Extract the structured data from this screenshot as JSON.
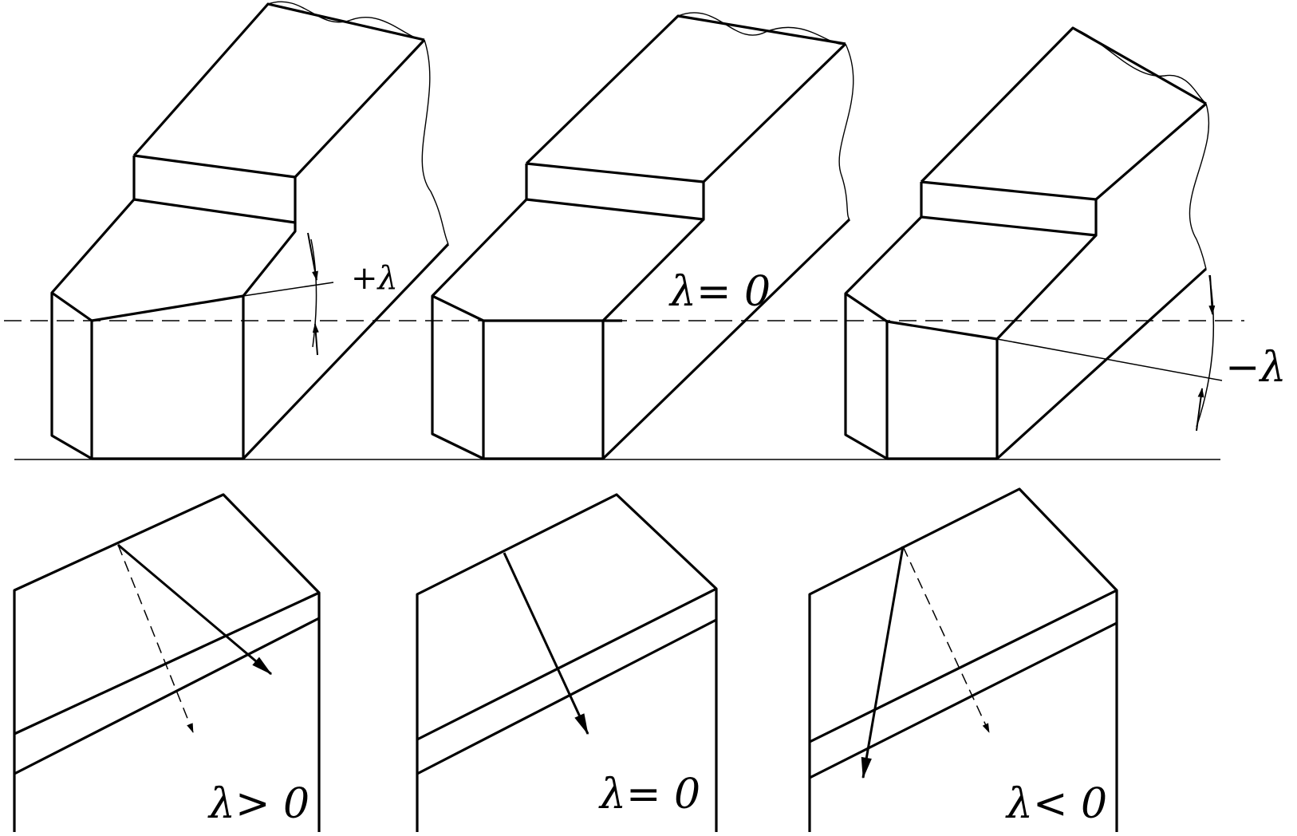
{
  "figure": {
    "top_labels": {
      "positive": "+λ",
      "zero": "λ= 0",
      "negative": "−λ"
    },
    "bottom_labels": {
      "positive": "λ> 0",
      "zero": "λ= 0",
      "negative": "λ< 0"
    },
    "colors": {
      "stroke": "#000000",
      "background": "#ffffff"
    }
  }
}
